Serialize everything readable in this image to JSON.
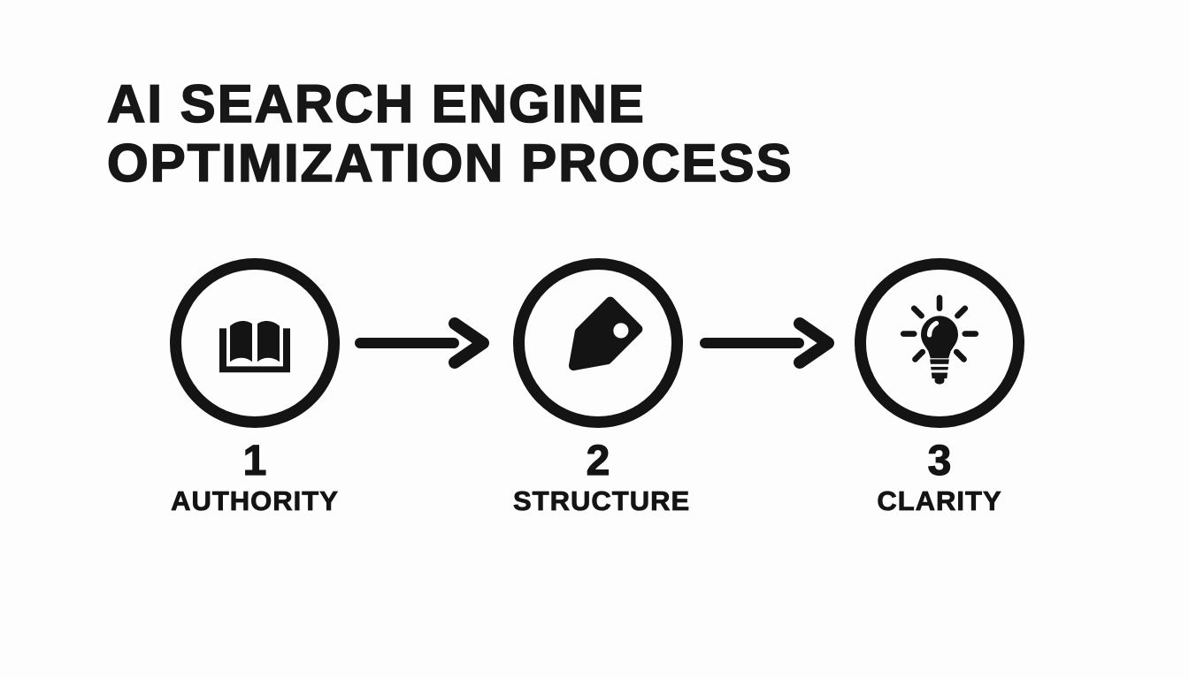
{
  "title": {
    "line1": "AI SEARCH ENGINE",
    "line2": "OPTIMIZATION PROCESS"
  },
  "steps": [
    {
      "number": "1",
      "label": "AUTHORITY",
      "icon": "open-book-icon"
    },
    {
      "number": "2",
      "label": "STRUCTURE",
      "icon": "tag-icon"
    },
    {
      "number": "3",
      "label": "CLARITY",
      "icon": "lightbulb-icon"
    }
  ],
  "connectors": [
    {
      "icon": "arrow-right-icon"
    },
    {
      "icon": "arrow-right-icon"
    }
  ],
  "colors": {
    "background": "#fdfdfd",
    "ink": "#141414"
  }
}
